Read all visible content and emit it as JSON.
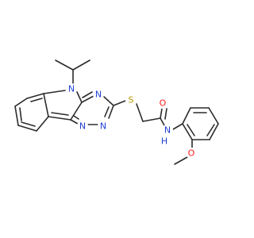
{
  "colors": {
    "bond": "#2b2b2b",
    "N": "#1f3fd6",
    "O": "#ff1a1a",
    "S": "#b59a00"
  },
  "atoms": {
    "n_indole": {
      "symbol": "N",
      "text": "N"
    },
    "n_triazine_top": {
      "symbol": "N",
      "text": "N"
    },
    "n_triazine_1": {
      "symbol": "N",
      "text": "N"
    },
    "n_triazine_2": {
      "symbol": "N",
      "text": "N"
    },
    "s_thio": {
      "symbol": "S",
      "text": "S"
    },
    "o_carbonyl": {
      "symbol": "O",
      "text": "O"
    },
    "n_amide": {
      "symbol": "N",
      "text": "N"
    },
    "h_amide": {
      "symbol": "N",
      "text": "H"
    },
    "o_methoxy": {
      "symbol": "O",
      "text": "O"
    }
  }
}
